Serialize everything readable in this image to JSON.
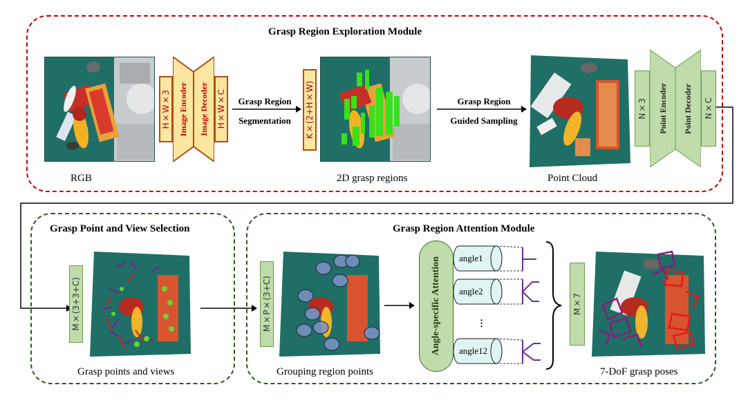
{
  "module1": {
    "title": "Grasp Region Exploration Module",
    "captions": {
      "rgb": "RGB",
      "grasp_regions": "2D grasp regions",
      "point_cloud": "Point Cloud"
    },
    "image_input": "H×W×3",
    "image_encoder": "Image Encoder",
    "image_decoder": "Image Decoder",
    "image_output": "H×W×C",
    "arrow1_line1": "Grasp Region",
    "arrow1_line2": "Segmentation",
    "region_tensor": "K×(2+H×W)",
    "arrow2_line1": "Grasp Region",
    "arrow2_line2": "Guided Sampling",
    "point_input": "N×3",
    "point_encoder": "Point Encoder",
    "point_decoder": "Point Decoder",
    "point_output": "N×C"
  },
  "module2": {
    "title": "Grasp Point and View Selection",
    "tensor": "M×(3+3+C)",
    "caption": "Grasp points and views"
  },
  "module3": {
    "title": "Grasp Region Attention Module",
    "tensor_in": "M×P×(3+C)",
    "caption_group": "Grouping region points",
    "attention": "Angle-specific Attention",
    "angles": [
      "angle1",
      "angle2",
      "⋮",
      "angle12"
    ],
    "tensor_out": "M×7",
    "caption_out": "7-DoF grasp poses"
  },
  "colors": {
    "red_dash": "#c00000",
    "green_dash": "#2e5a1e",
    "orange_fill": "#fce7a0",
    "green_fill": "#bfdcaa",
    "purple": "#6a2c91"
  }
}
